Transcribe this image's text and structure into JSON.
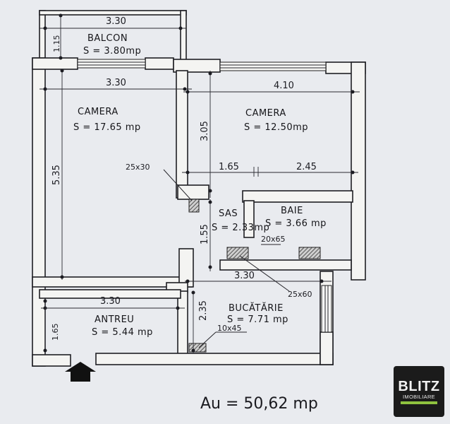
{
  "rooms": {
    "balcon": {
      "name": "BALCON",
      "area": "S = 3.80mp"
    },
    "camera1": {
      "name": "CAMERA",
      "area": "S = 17.65 mp"
    },
    "camera2": {
      "name": "CAMERA",
      "area": "S = 12.50mp"
    },
    "sas": {
      "name": "SAS",
      "area": "S = 2.33mp"
    },
    "baie": {
      "name": "BAIE",
      "area": "S = 3.66 mp"
    },
    "antreu": {
      "name": "ANTREU",
      "area": "S = 5.44 mp"
    },
    "bucatarie": {
      "name": "BUCĂTĂRIE",
      "area": "S = 7.71 mp"
    }
  },
  "dimensions": {
    "balcon_width": "3.30",
    "balcon_depth": "1.15",
    "camera1_width": "3.30",
    "camera1_depth": "5.35",
    "camera2_width": "4.10",
    "camera2_depth": "3.05",
    "sas_width": "1.65",
    "baie_width": "2.45",
    "sas_depth": "1.55",
    "bucatarie_width": "3.30",
    "bucatarie_depth": "2.35",
    "antreu_width": "3.30",
    "antreu_depth": "1.65"
  },
  "columns": {
    "c1": "25x30",
    "c2": "20x65",
    "c3": "25x60",
    "c4": "10x45"
  },
  "total_area": "Au = 50,62 mp",
  "logo": {
    "name": "BLITZ",
    "tagline": "IMOBILIARE"
  }
}
